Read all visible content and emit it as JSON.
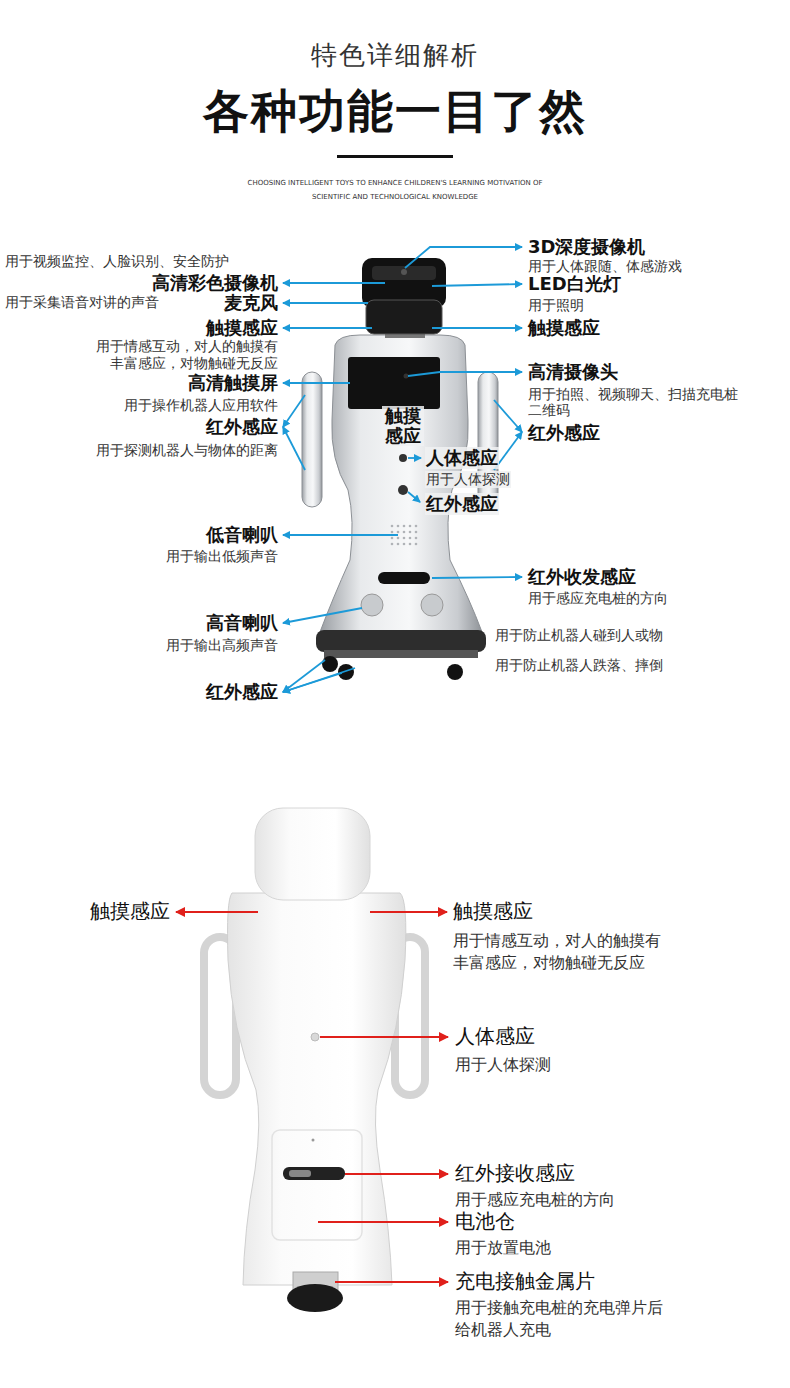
{
  "diagram": {
    "title": "各种功能一目了然",
    "labels": [
      "特色详细解析",
      "CHOOSING INTELLIGENT TOYS TO ENHANCE CHILDREN'S LEARNING MOTIVATION OF SCIENTIFIC AND TECHNOLOGICAL KNOWLEDGE",
      "用于视频监控、人脸识别、安全防护",
      "高清彩色摄像机",
      "用于采集语音对讲的声音",
      "麦克风",
      "触摸感应",
      "用于情感互动，对人的触摸有丰富感应，对物触碰无反应",
      "高清触摸屏",
      "用于操作机器人应用软件",
      "红外感应",
      "用于探测机器人与物体的距离",
      "低音喇叭",
      "用于输出低频声音",
      "高音喇叭",
      "用于输出高频声音",
      "红外感应",
      "3D深度摄像机",
      "用于人体跟随、体感游戏",
      "LED白光灯",
      "用于照明",
      "触摸感应",
      "高清摄像头",
      "用于拍照、视频聊天、扫描充电桩二维码",
      "红外感应",
      "触摸感应",
      "人体感应",
      "用于人体探测",
      "红外感应",
      "红外收发感应",
      "用于感应充电桩的方向",
      "用于防止机器人碰到人或物",
      "用于防止机器人跌落、摔倒",
      "触摸感应",
      "触摸感应",
      "用于情感互动，对人的触摸有丰富感应，对物触碰无反应",
      "人体感应",
      "用于人体探测",
      "红外接收感应",
      "用于感应充电桩的方向",
      "电池仓",
      "用于放置电池",
      "充电接触金属片",
      "用于接触充电桩的充电弹片后给机器人充电"
    ]
  }
}
